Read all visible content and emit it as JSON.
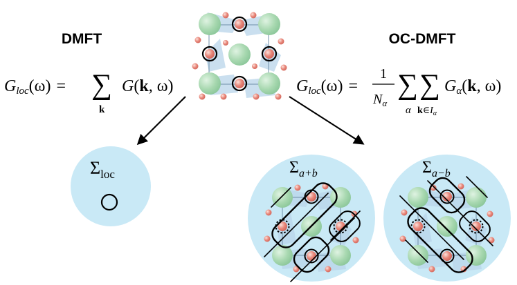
{
  "titles": {
    "left": "DMFT",
    "right": "OC-DMFT"
  },
  "equations": {
    "left": {
      "lhs_G": "G",
      "lhs_sub": "loc",
      "lhs_arg": "(ω)",
      "equals": "=",
      "sum": "∑",
      "sum_index": "k",
      "rhs_G": "G",
      "rhs_arg_open": "(",
      "rhs_k": "k",
      "rhs_arg_rest": ", ω)"
    },
    "right": {
      "lhs_G": "G",
      "lhs_sub": "loc",
      "lhs_arg": "(ω)",
      "equals": "=",
      "frac_num": "1",
      "frac_den": "N",
      "frac_den_sub": "α",
      "sum": "∑",
      "sum1_index": "α",
      "sum2_index_k": "k",
      "sum2_index_rest": "∈I",
      "sum2_index_sub": "α",
      "rhs_G": "G",
      "rhs_sub": "α",
      "rhs_arg_open": "(",
      "rhs_k": "k",
      "rhs_arg_rest": ", ω)"
    }
  },
  "bubbles": {
    "loc": {
      "symbol": "Σ",
      "sub": "loc"
    },
    "a_plus_b": {
      "symbol": "Σ",
      "sub": "a+b"
    },
    "a_minus_b": {
      "symbol": "Σ",
      "sub": "a−b"
    }
  },
  "colors": {
    "bubble": "#c9e9f6",
    "green_atom": "#a8d8b0",
    "red_atom": "#e8877a",
    "link": "#b9d5ea",
    "ink": "#000000"
  }
}
